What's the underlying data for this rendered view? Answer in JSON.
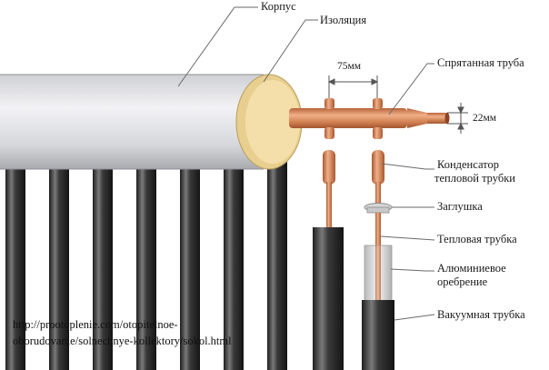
{
  "labels": {
    "housing": "Корпус",
    "insulation": "Изоляция",
    "hidden_pipe": "Спрятанная труба",
    "dim_75": "75мм",
    "dim_22": "22мм",
    "condenser_line1": "Конденсатор",
    "condenser_line2": "тепловой трубки",
    "plug": "Заглушка",
    "heat_pipe": "Тепловая трубка",
    "fins_line1": "Алюминиевое",
    "fins_line2": "оребрение",
    "vacuum_tube": "Вакуумная трубка"
  },
  "source_url": {
    "line1": "http://prootoplenie.com/otopitelnoe-",
    "line2": "oborudovanie/solnechnye-kollektory/sokol.html"
  },
  "colors": {
    "housing": "#dcdde2",
    "insulation": "#f1d9a0",
    "copper": "#d98a5c",
    "tube_dark": "#2c2c2c",
    "leader": "#6a6a6a"
  }
}
